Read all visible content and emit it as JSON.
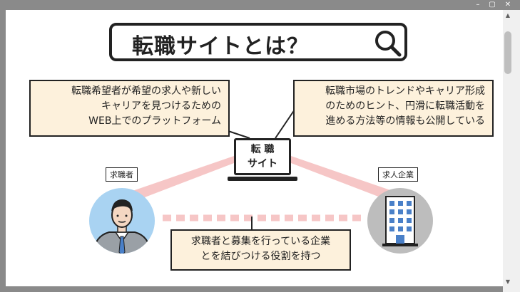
{
  "window": {
    "controls": [
      "–",
      "▢",
      "✕"
    ]
  },
  "slide": {
    "title": "転職サイトとは？",
    "left_callout": [
      "転職希望者が希望の求人や新しい",
      "キャリアを見つけるための",
      "WEB上でのプラットフォーム"
    ],
    "right_callout": [
      "転職市場のトレンドやキャリア形成",
      "のためのヒント、円滑に転職活動を",
      "進める方法等の情報も公開している"
    ],
    "center_laptop": [
      "転 職",
      "サイト"
    ],
    "seeker_label": "求職者",
    "company_label": "求人企業",
    "bottom_callout": [
      "求職者と募集を行っている企業",
      "とを結びつける役割を持つ"
    ],
    "colors": {
      "callout_fill": "#fdf1dc",
      "line_pink": "#f6c6c6",
      "seeker_circle": "#a9d3f2",
      "company_circle": "#bdbdbd"
    }
  },
  "scrollbar": {
    "up_arrow": "▲",
    "down_arrow": "▼"
  }
}
